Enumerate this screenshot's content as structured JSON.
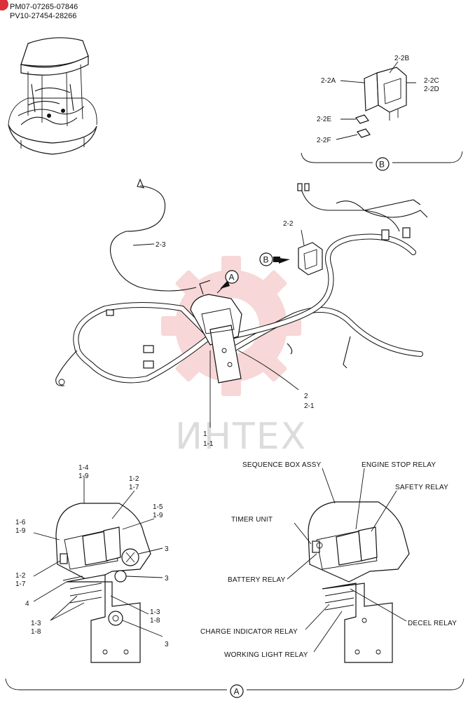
{
  "serials": [
    "PM07-07265-07846",
    "PV10-27454-28266"
  ],
  "watermark": "ИНТЕХ",
  "views": {
    "a": "A",
    "b": "B"
  },
  "detail_b": {
    "labels": [
      "2-2A",
      "2-2B",
      "2-2C",
      "2-2D",
      "2-2E",
      "2-2F"
    ]
  },
  "main": {
    "labels": [
      "2-3",
      "2-2",
      "2",
      "2-1",
      "1",
      "1-1"
    ]
  },
  "detail_a": {
    "labels": [
      "1-4",
      "1-9",
      "1-2",
      "1-7",
      "1-5",
      "1-9",
      "1-6",
      "1-9",
      "3",
      "1-2",
      "1-7",
      "3",
      "4",
      "1-3",
      "1-8",
      "1-3",
      "1-8",
      "3"
    ]
  },
  "names": {
    "sequence_box": "SEQUENCE BOX ASSY",
    "engine_stop": "ENGINE STOP RELAY",
    "safety": "SAFETY RELAY",
    "timer": "TIMER UNIT",
    "battery": "BATTERY RELAY",
    "decel": "DECEL RELAY",
    "charge": "CHARGE INDICATOR RELAY",
    "working_light": "WORKING LIGHT RELAY"
  },
  "colors": {
    "ink": "#111111",
    "watermark": "#f2b8b8",
    "badge": "#d9303a"
  }
}
